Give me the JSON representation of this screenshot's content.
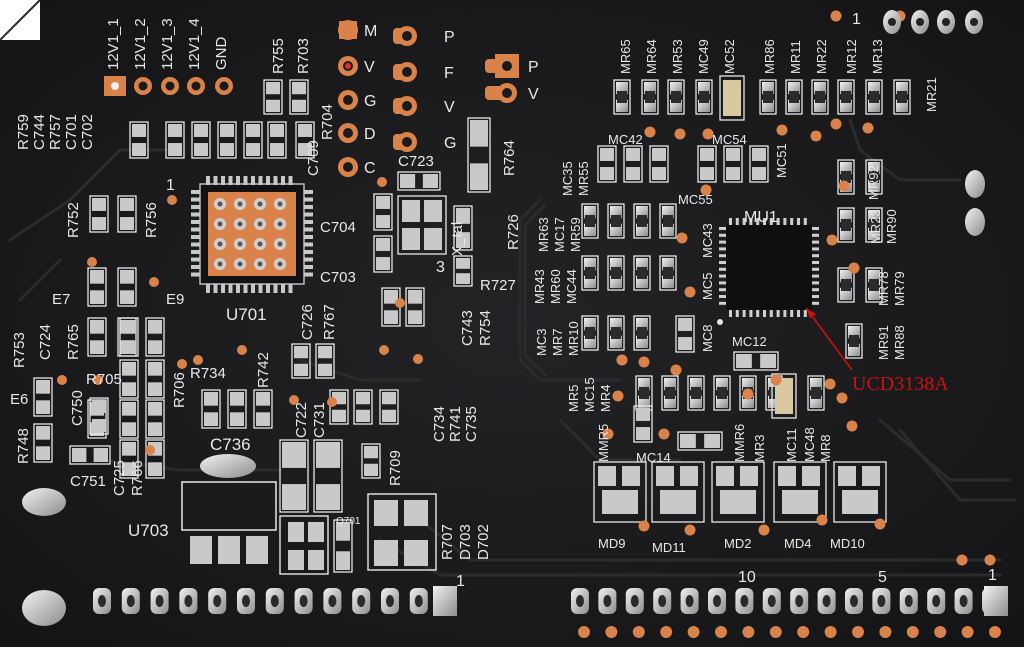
{
  "board": {
    "header_labels": [
      "12V1_1",
      "12V1_2",
      "12V1_3",
      "12V1_4",
      "GND"
    ],
    "left_labels": [
      {
        "text": "R755"
      },
      {
        "text": "R703"
      },
      {
        "text": "R759"
      },
      {
        "text": "C744"
      },
      {
        "text": "R757"
      },
      {
        "text": "C701"
      },
      {
        "text": "C702"
      },
      {
        "text": "C709"
      },
      {
        "text": "R704"
      },
      {
        "text": "R752"
      },
      {
        "text": "R756"
      },
      {
        "text": "C704"
      },
      {
        "text": "C703"
      },
      {
        "text": "C723"
      },
      {
        "text": "X_tal"
      },
      {
        "text": "R726"
      },
      {
        "text": "R764"
      },
      {
        "text": "R727"
      },
      {
        "text": "U701"
      },
      {
        "text": "E7"
      },
      {
        "text": "E9"
      },
      {
        "text": "E6"
      },
      {
        "text": "R753"
      },
      {
        "text": "C724"
      },
      {
        "text": "R765"
      },
      {
        "text": "R705"
      },
      {
        "text": "C750"
      },
      {
        "text": "R706"
      },
      {
        "text": "R734"
      },
      {
        "text": "R742"
      },
      {
        "text": "C726"
      },
      {
        "text": "R767"
      },
      {
        "text": "C743"
      },
      {
        "text": "R754"
      },
      {
        "text": "C734"
      },
      {
        "text": "R741"
      },
      {
        "text": "C735"
      },
      {
        "text": "C736"
      },
      {
        "text": "C722"
      },
      {
        "text": "C731"
      },
      {
        "text": "R709"
      },
      {
        "text": "R748"
      },
      {
        "text": "C751"
      },
      {
        "text": "C725"
      },
      {
        "text": "R766"
      },
      {
        "text": "U703"
      },
      {
        "text": "Q701"
      },
      {
        "text": "R707"
      },
      {
        "text": "D703"
      },
      {
        "text": "D702"
      }
    ],
    "mid_pins": [
      "M",
      "V",
      "G",
      "D",
      "C"
    ],
    "mid_pins2": [
      "P",
      "F",
      "V",
      "G"
    ],
    "right_pins": [
      "P",
      "V"
    ],
    "right_labels": [
      {
        "text": "MR65"
      },
      {
        "text": "MR64"
      },
      {
        "text": "MR53"
      },
      {
        "text": "MC49"
      },
      {
        "text": "MC52"
      },
      {
        "text": "MR86"
      },
      {
        "text": "MR11"
      },
      {
        "text": "MR22"
      },
      {
        "text": "MR12"
      },
      {
        "text": "MR13"
      },
      {
        "text": "MR21"
      },
      {
        "text": "MC42"
      },
      {
        "text": "MC54"
      },
      {
        "text": "MC35"
      },
      {
        "text": "MR55"
      },
      {
        "text": "MC51"
      },
      {
        "text": "MC55"
      },
      {
        "text": "MR92"
      },
      {
        "text": "MR23"
      },
      {
        "text": "MR90"
      },
      {
        "text": "MR63"
      },
      {
        "text": "MC17"
      },
      {
        "text": "MR59"
      },
      {
        "text": "MC43"
      },
      {
        "text": "MU1"
      },
      {
        "text": "MR43"
      },
      {
        "text": "MR60"
      },
      {
        "text": "MC44"
      },
      {
        "text": "MC5"
      },
      {
        "text": "MR78"
      },
      {
        "text": "MR79"
      },
      {
        "text": "MC3"
      },
      {
        "text": "MR7"
      },
      {
        "text": "MR10"
      },
      {
        "text": "MC8"
      },
      {
        "text": "MC12"
      },
      {
        "text": "MR91"
      },
      {
        "text": "MR88"
      },
      {
        "text": "MR5"
      },
      {
        "text": "MC15"
      },
      {
        "text": "MR4"
      },
      {
        "text": "MMR5"
      },
      {
        "text": "MC14"
      },
      {
        "text": "MMR6"
      },
      {
        "text": "MR3"
      },
      {
        "text": "MC11"
      },
      {
        "text": "MC48"
      },
      {
        "text": "MR8"
      },
      {
        "text": "MD9"
      },
      {
        "text": "MD11"
      },
      {
        "text": "MD2"
      },
      {
        "text": "MD4"
      },
      {
        "text": "MD10"
      }
    ],
    "pin_numbers": [
      "1",
      "1",
      "3",
      "1",
      "10",
      "5",
      "1"
    ],
    "annotation": "UCD3138A"
  },
  "colors": {
    "board": "#1c1c1e",
    "silk": "#e8e8e8",
    "pad_gold": "#d9834a",
    "pad_silver": "#c9c9c9",
    "annotation": "#cc1010"
  }
}
